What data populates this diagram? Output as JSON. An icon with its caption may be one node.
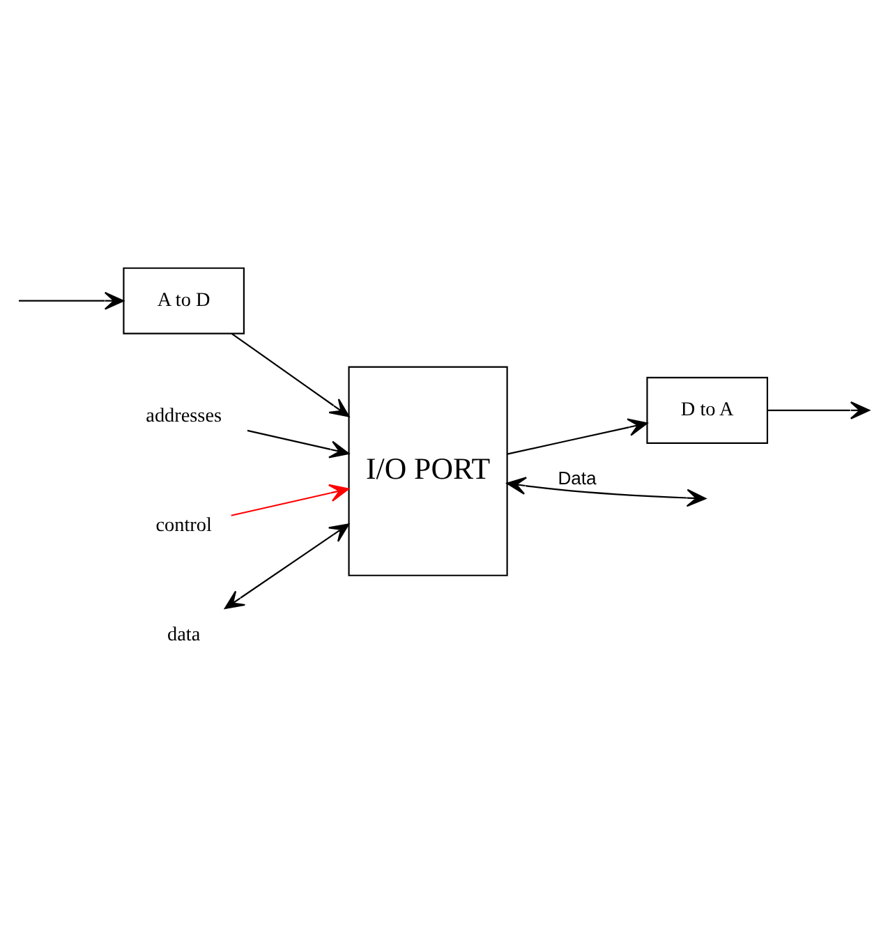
{
  "diagram": {
    "nodes": [
      {
        "text": [
          "I/O PORT"
        ]
      },
      {
        "text": [
          "D to A"
        ]
      },
      {
        "text": [
          "A to D"
        ]
      },
      {
        "text": [
          "addresses"
        ]
      },
      {
        "text": [
          "control"
        ]
      },
      {
        "text": [
          "data"
        ]
      }
    ],
    "edges": [
      {
        "from": 3,
        "to": 0,
        "arrow": "to"
      },
      {
        "from": 0,
        "to": 1,
        "arrow": "to"
      },
      {
        "from": 1,
        "to": null,
        "arrow": "to"
      },
      {
        "from": null,
        "to": 2,
        "arrow": "to"
      },
      {
        "from": 2,
        "to": 0,
        "arrow": "to"
      },
      {
        "from": 0,
        "to": null,
        "arrow": "both",
        "label": "Data"
      },
      {
        "from": 4,
        "to": 0,
        "arrow": "to",
        "color": "#ff0000"
      },
      {
        "from": 5,
        "to": 0,
        "arrow": "both"
      }
    ]
  }
}
